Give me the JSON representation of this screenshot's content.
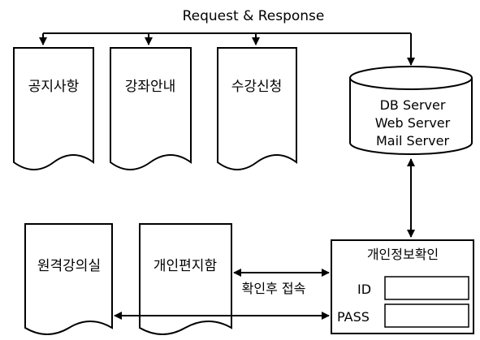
{
  "request_response_label": "Request & Response",
  "documents_top": [
    "공지사항",
    "강좌안내",
    "수강신청"
  ],
  "server": {
    "lines": [
      "DB Server",
      "Web Server",
      "Mail Server"
    ]
  },
  "documents_bottom": [
    "원격강의실",
    "개인편지함"
  ],
  "login_box": {
    "title": "개인정보확인",
    "id_label": "ID",
    "pass_label": "PASS",
    "id_value": "",
    "pass_value": ""
  },
  "connect_label": "확인후 접속"
}
